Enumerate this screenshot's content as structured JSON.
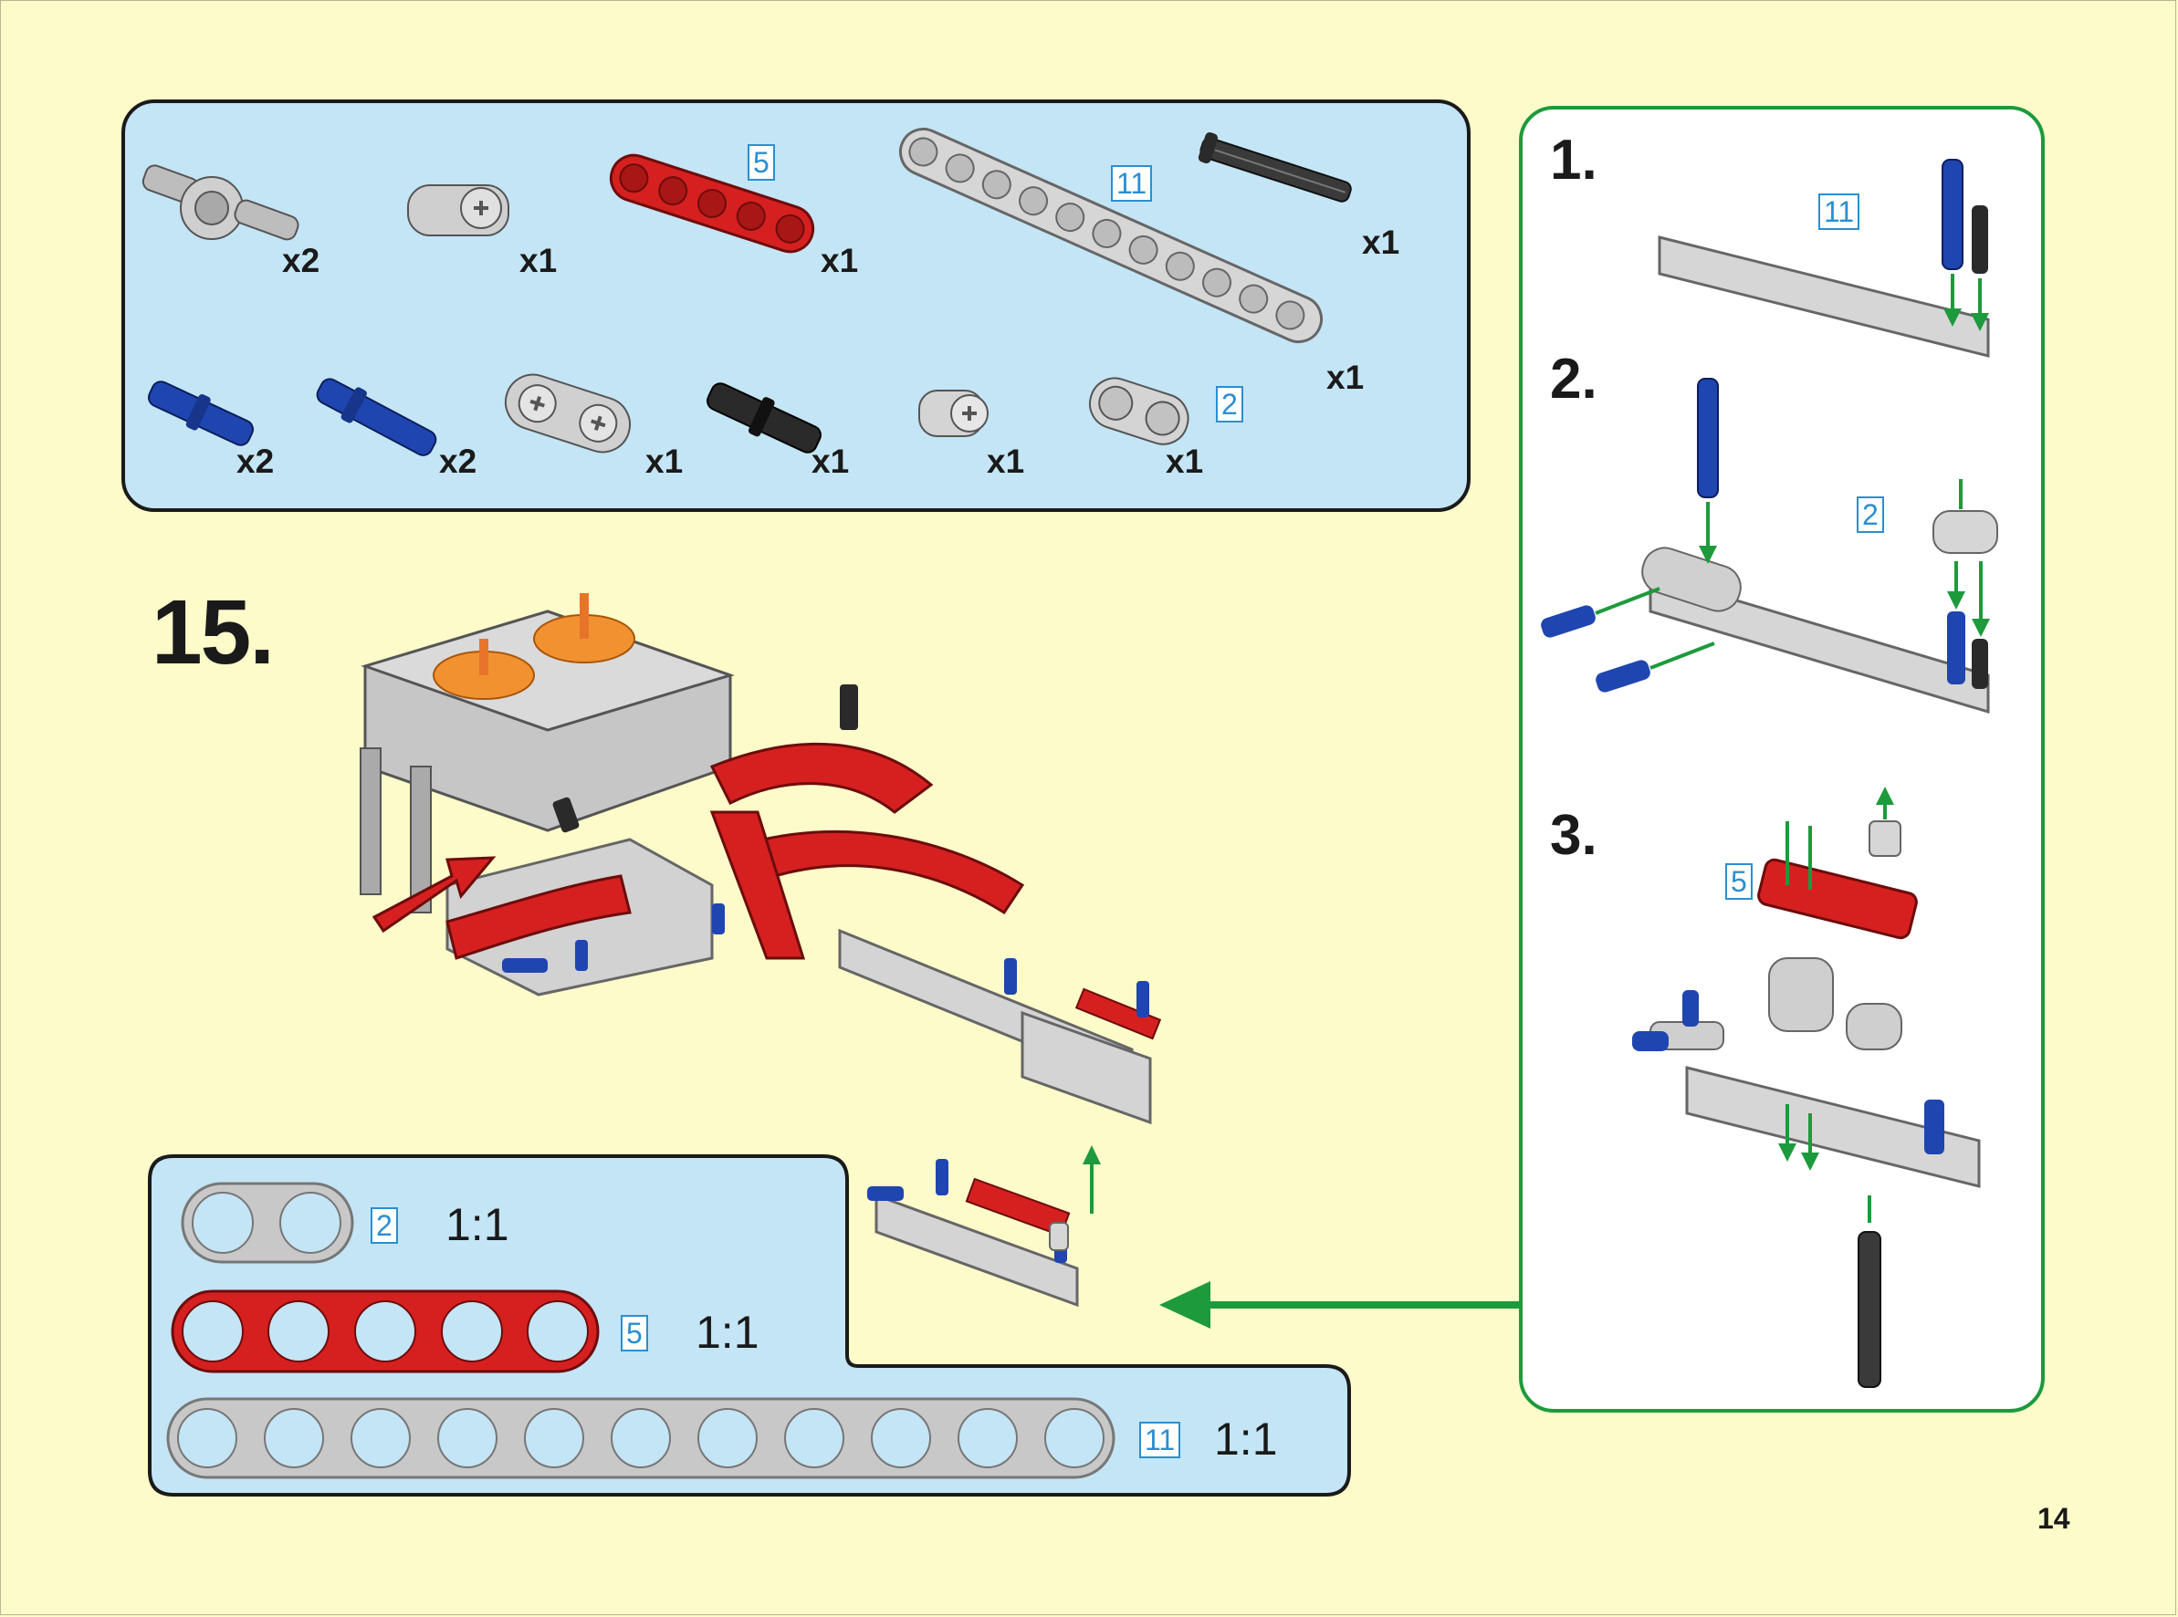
{
  "parts_list": {
    "items": [
      {
        "name": "axle-pin-with-cross-hole",
        "qty": "x2"
      },
      {
        "name": "pin-connector-perpendicular",
        "qty": "x1"
      },
      {
        "name": "beam-5",
        "qty": "x1",
        "size": "5",
        "color": "#d62020"
      },
      {
        "name": "beam-11",
        "qty": "x1",
        "size": "11",
        "color": "#c8c8c8"
      },
      {
        "name": "axle-black",
        "qty": "x1"
      },
      {
        "name": "blue-axle-pin",
        "qty": "x2",
        "color": "#1f45b0"
      },
      {
        "name": "blue-long-pin",
        "qty": "x2",
        "color": "#1f45b0"
      },
      {
        "name": "cross-block-2x",
        "qty": "x1"
      },
      {
        "name": "black-friction-pin",
        "qty": "x1",
        "color": "#222222"
      },
      {
        "name": "bush",
        "qty": "x1"
      },
      {
        "name": "beam-2",
        "qty": "x1",
        "size": "2"
      }
    ],
    "beam11_qty": "x1"
  },
  "step": {
    "number": "15."
  },
  "substeps": [
    {
      "label": "1.",
      "size": "11"
    },
    {
      "label": "2.",
      "size": "2"
    },
    {
      "label": "3.",
      "size": "5"
    }
  ],
  "scale": [
    {
      "size": "2",
      "ratio": "1:1"
    },
    {
      "size": "5",
      "ratio": "1:1"
    },
    {
      "size": "11",
      "ratio": "1:1"
    }
  ],
  "page_number": "14",
  "colors": {
    "background": "#fdfbc9",
    "panel_blue": "#c4e5f5",
    "green_accent": "#1d9a3c",
    "red_part": "#d62020",
    "blue_part": "#1f45b0",
    "gray_part": "#c8c8c8"
  }
}
